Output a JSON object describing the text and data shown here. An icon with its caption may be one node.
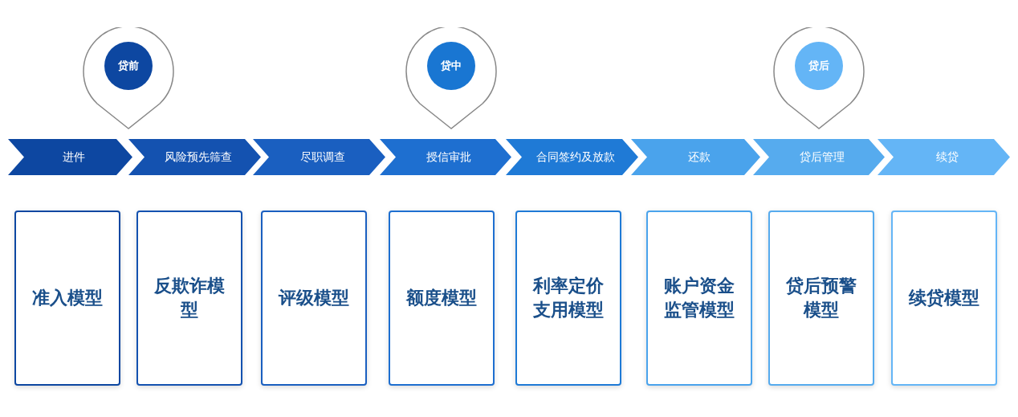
{
  "diagram": {
    "nodes": [
      {
        "text": [
          "贷前"
        ]
      },
      {
        "text": [
          "贷中"
        ]
      },
      {
        "text": [
          "贷后"
        ]
      },
      {
        "text": [
          "进件"
        ]
      },
      {
        "text": [
          "风险预先筛查"
        ]
      },
      {
        "text": [
          "尽职调查"
        ]
      },
      {
        "text": [
          "授信审批"
        ]
      },
      {
        "text": [
          "合同签约及放款"
        ]
      },
      {
        "text": [
          "还款"
        ]
      },
      {
        "text": [
          "贷后管理"
        ]
      },
      {
        "text": [
          "续贷"
        ]
      },
      {
        "text": [
          "准入模型"
        ]
      },
      {
        "text": [
          "反欺诈模型"
        ]
      },
      {
        "text": [
          "评级模型"
        ]
      },
      {
        "text": [
          "额度模型"
        ]
      },
      {
        "text": [
          "利率定价支用模型"
        ]
      },
      {
        "text": [
          "账户资金监管模型"
        ]
      },
      {
        "text": [
          "贷后预警模型"
        ]
      },
      {
        "text": [
          "续贷模型"
        ]
      }
    ]
  }
}
